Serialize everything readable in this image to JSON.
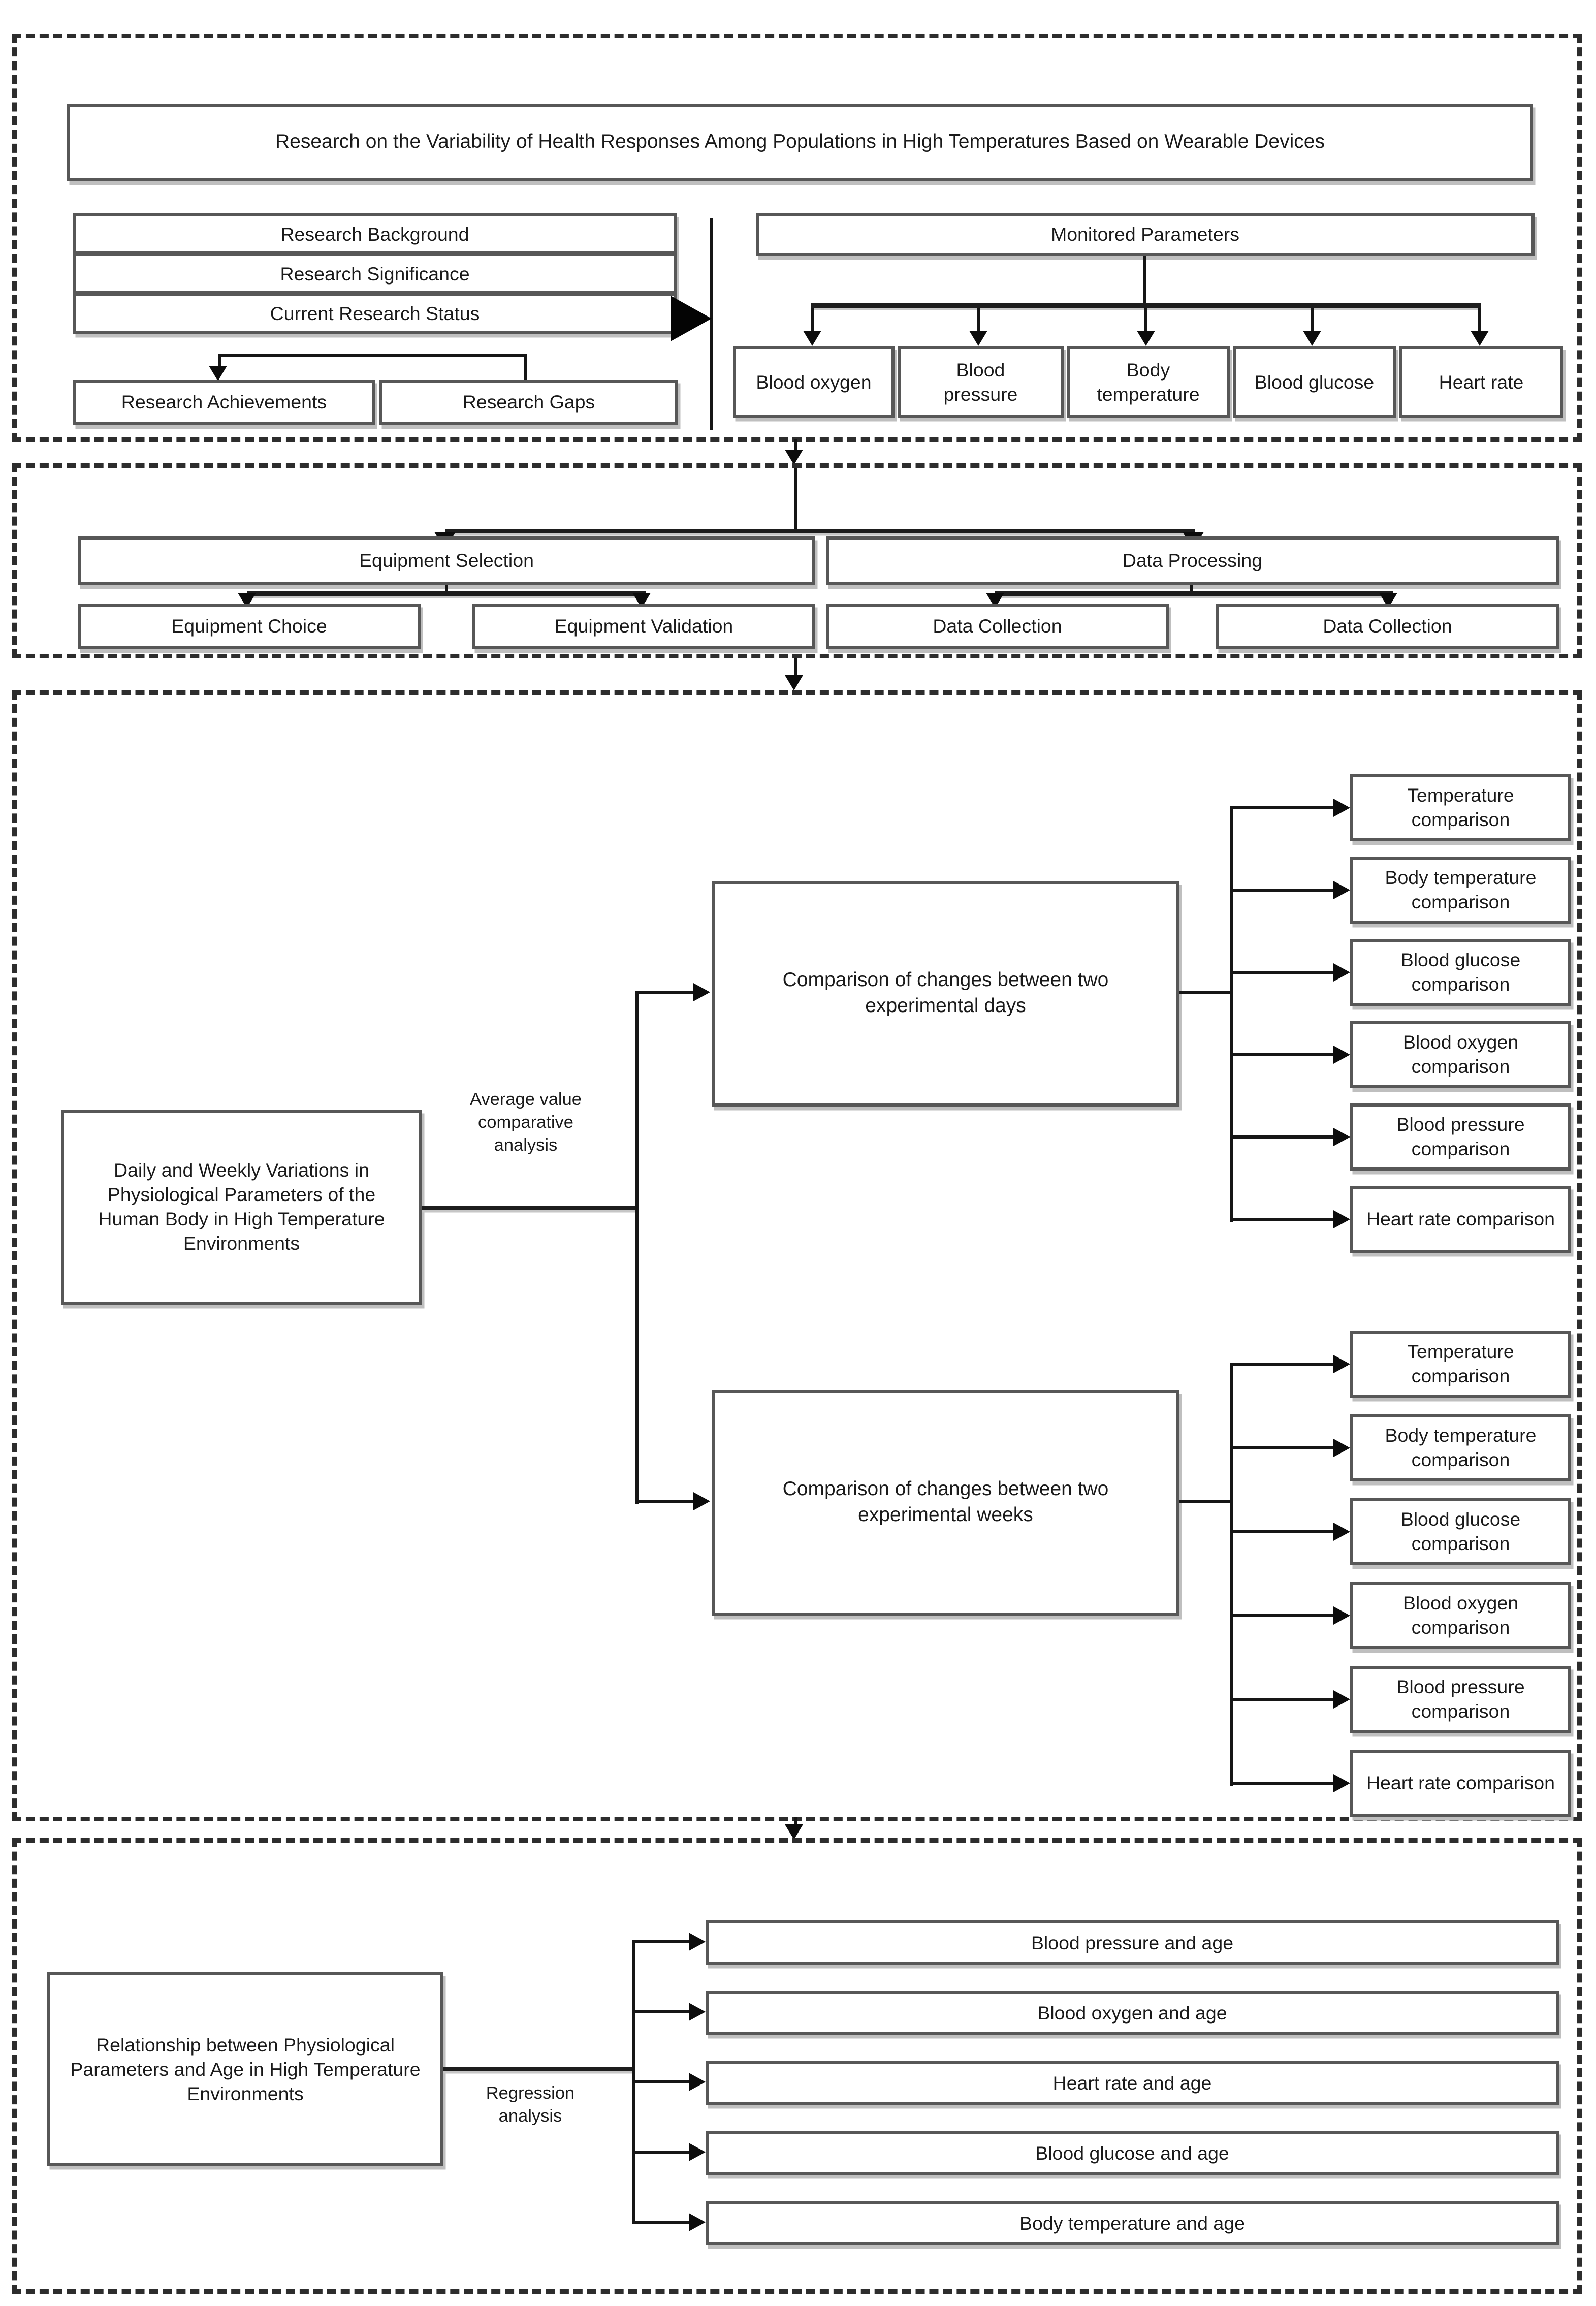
{
  "palette": {
    "line": "#161616",
    "box_border": "#575757",
    "box_shadow": "#bfbfbf",
    "dashed_border": "#2d2d2d",
    "text": "#1a1a1a",
    "background": "#ffffff"
  },
  "section1": {
    "title": "Research on the Variability of Health Responses Among Populations in High Temperatures Based on Wearable Devices",
    "stack": [
      "Research Background",
      "Research Significance",
      "Current Research Status"
    ],
    "sub_left": "Research Achievements",
    "sub_right": "Research Gaps",
    "params_header": "Monitored Parameters",
    "params": [
      "Blood oxygen",
      "Blood pressure",
      "Body temperature",
      "Blood glucose",
      "Heart rate"
    ]
  },
  "section2": {
    "parents": [
      {
        "label": "Equipment Selection",
        "children": [
          "Equipment Choice",
          "Equipment Validation"
        ]
      },
      {
        "label": "Data Processing",
        "children": [
          "Data Collection",
          "Data Collection"
        ]
      }
    ]
  },
  "section3": {
    "root": "Daily and Weekly Variations in Physiological Parameters of the Human Body in High Temperature Environments",
    "edge_label": "Average value comparative analysis",
    "branches": [
      {
        "label": "Comparison of changes between two experimental days",
        "children": [
          "Temperature comparison",
          "Body temperature comparison",
          "Blood glucose comparison",
          "Blood oxygen comparison",
          "Blood pressure comparison",
          "Heart rate comparison"
        ]
      },
      {
        "label": "Comparison of changes between two experimental weeks",
        "children": [
          "Temperature comparison",
          "Body temperature comparison",
          "Blood glucose comparison",
          "Blood oxygen comparison",
          "Blood pressure comparison",
          "Heart rate comparison"
        ]
      }
    ]
  },
  "section4": {
    "root": "Relationship between Physiological Parameters and Age in High Temperature Environments",
    "edge_label": "Regression analysis",
    "children": [
      "Blood pressure and age",
      "Blood oxygen and age",
      "Heart rate and age",
      "Blood glucose and age",
      "Body temperature and age"
    ]
  }
}
